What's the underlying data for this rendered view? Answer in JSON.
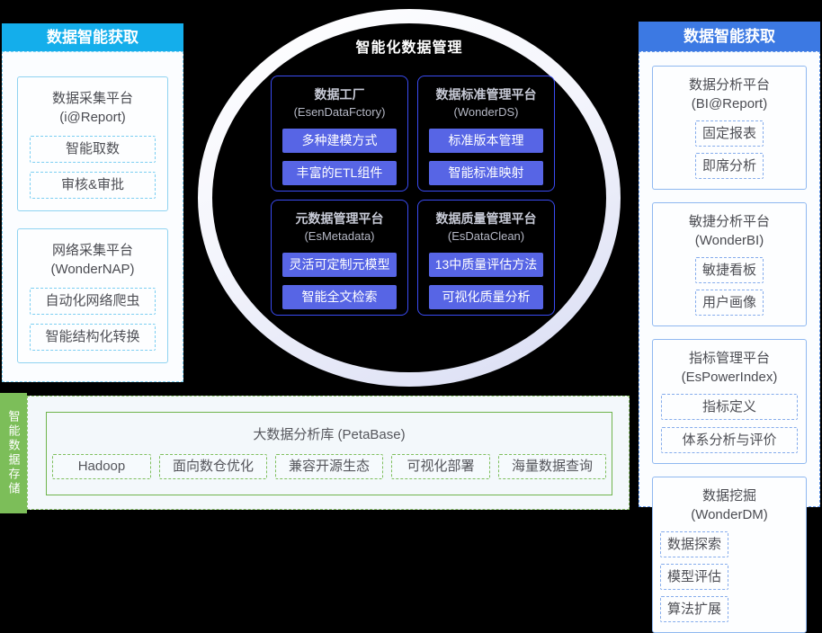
{
  "page": {
    "background": "#000000"
  },
  "colors": {
    "left_header": "#14AEEB",
    "right_header": "#3C79E3",
    "left_dashed": "#7CCFF2",
    "right_dashed": "#5E95EA",
    "center_box_border": "#3A4BF2",
    "center_item_bg": "#5765E5",
    "ring": "#E7E9F7",
    "green": "#7CBE59"
  },
  "left_panel": {
    "title": "数据智能获取",
    "cards": [
      {
        "title": "数据采集平台",
        "subtitle": "(i@Report)",
        "layout": "column",
        "items": [
          "智能取数",
          "审核&审批"
        ]
      },
      {
        "title": "网络采集平台",
        "subtitle": "(WonderNAP)",
        "layout": "column",
        "items": [
          "自动化网络爬虫",
          "智能结构化转换"
        ]
      }
    ]
  },
  "center": {
    "title": "智能化数据管理",
    "boxes": [
      {
        "title": "数据工厂",
        "subtitle": "(EsenDataFctory)",
        "items": [
          "多种建模方式",
          "丰富的ETL组件"
        ]
      },
      {
        "title": "数据标准管理平台",
        "subtitle": "(WonderDS)",
        "items": [
          "标准版本管理",
          "智能标准映射"
        ]
      },
      {
        "title": "元数据管理平台",
        "subtitle": "(EsMetadata)",
        "items": [
          "灵活可定制元模型",
          "智能全文检索"
        ]
      },
      {
        "title": "数据质量管理平台",
        "subtitle": "(EsDataClean)",
        "items": [
          "13中质量评估方法",
          "可视化质量分析"
        ]
      }
    ]
  },
  "right_panel": {
    "title": "数据智能获取",
    "cards": [
      {
        "title": "数据分析平台",
        "subtitle": "(BI@Report)",
        "layout": "row",
        "items": [
          "固定报表",
          "即席分析"
        ]
      },
      {
        "title": "敏捷分析平台",
        "subtitle": "(WonderBI)",
        "layout": "row",
        "items": [
          "敏捷看板",
          "用户画像"
        ]
      },
      {
        "title": "指标管理平台",
        "subtitle": "(EsPowerIndex)",
        "layout": "column",
        "items": [
          "指标定义",
          "体系分析与评价"
        ]
      },
      {
        "title": "数据挖掘",
        "subtitle": "(WonderDM)",
        "layout": "wrap",
        "items": [
          "数据探索",
          "模型评估",
          "算法扩展"
        ]
      }
    ]
  },
  "bottom_panel": {
    "tab": "智能数据存储",
    "title": "大数据分析库 (PetaBase)",
    "items": [
      "Hadoop",
      "面向数仓优化",
      "兼容开源生态",
      "可视化部署",
      "海量数据查询"
    ]
  }
}
